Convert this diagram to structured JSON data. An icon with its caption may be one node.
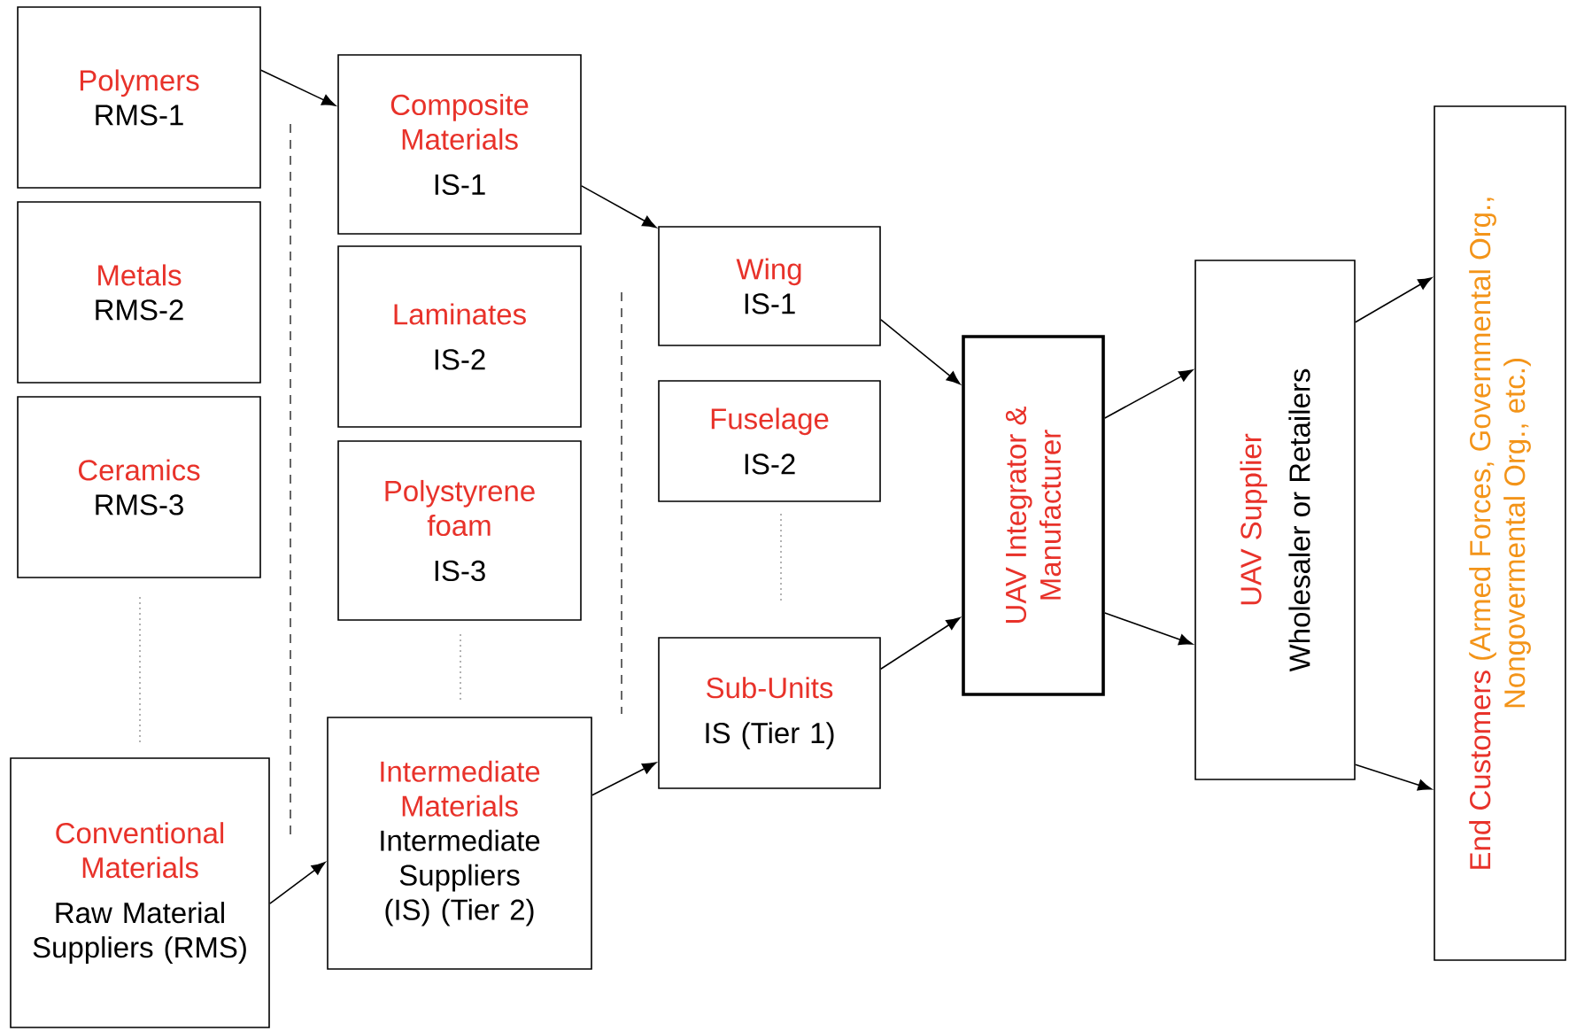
{
  "diagram": {
    "nodes": [
      {
        "text": [
          "Polymers",
          "RMS-1"
        ]
      },
      {
        "text": [
          "Metals",
          "RMS-2"
        ]
      },
      {
        "text": [
          "Ceramics",
          "RMS-3"
        ]
      },
      {
        "text": [
          "Conventional Materials",
          "Raw Material Suppliers (RMS)"
        ]
      },
      {
        "text": [
          "Composite Materials",
          "IS-1"
        ]
      },
      {
        "text": [
          "Laminates",
          "IS-2"
        ]
      },
      {
        "text": [
          "Polystyrene foam",
          "IS-3"
        ]
      },
      {
        "text": [
          "Intermediate Materials",
          "Intermediate Suppliers (IS) (Tier 2)"
        ]
      },
      {
        "text": [
          "Wing",
          "IS-1"
        ]
      },
      {
        "text": [
          "Fuselage",
          "IS-2"
        ]
      },
      {
        "text": [
          "Sub-Units",
          "IS (Tier 1)"
        ]
      },
      {
        "text": [
          "UAV Integrator & Manufacturer"
        ]
      },
      {
        "text": [
          "UAV Supplier",
          "Wholesaler or Retailers"
        ]
      },
      {
        "text": [
          "End Customers",
          "(Armed Forces, Governmental Org., Nongovermental Org., etc.)"
        ]
      }
    ],
    "edges": [
      {
        "from": 0,
        "to": 4,
        "arrow": "to"
      },
      {
        "from": 4,
        "to": 8,
        "arrow": "to"
      },
      {
        "from": 3,
        "to": 7,
        "arrow": "to"
      },
      {
        "from": 7,
        "to": 10,
        "arrow": "to"
      },
      {
        "from": 8,
        "to": 11,
        "arrow": "to"
      },
      {
        "from": 10,
        "to": 11,
        "arrow": "to"
      },
      {
        "from": 11,
        "to": 12,
        "arrow": "to"
      },
      {
        "from": 11,
        "to": 12,
        "arrow": "to"
      },
      {
        "from": 12,
        "to": 13,
        "arrow": "to"
      },
      {
        "from": 12,
        "to": 13,
        "arrow": "to"
      }
    ]
  }
}
